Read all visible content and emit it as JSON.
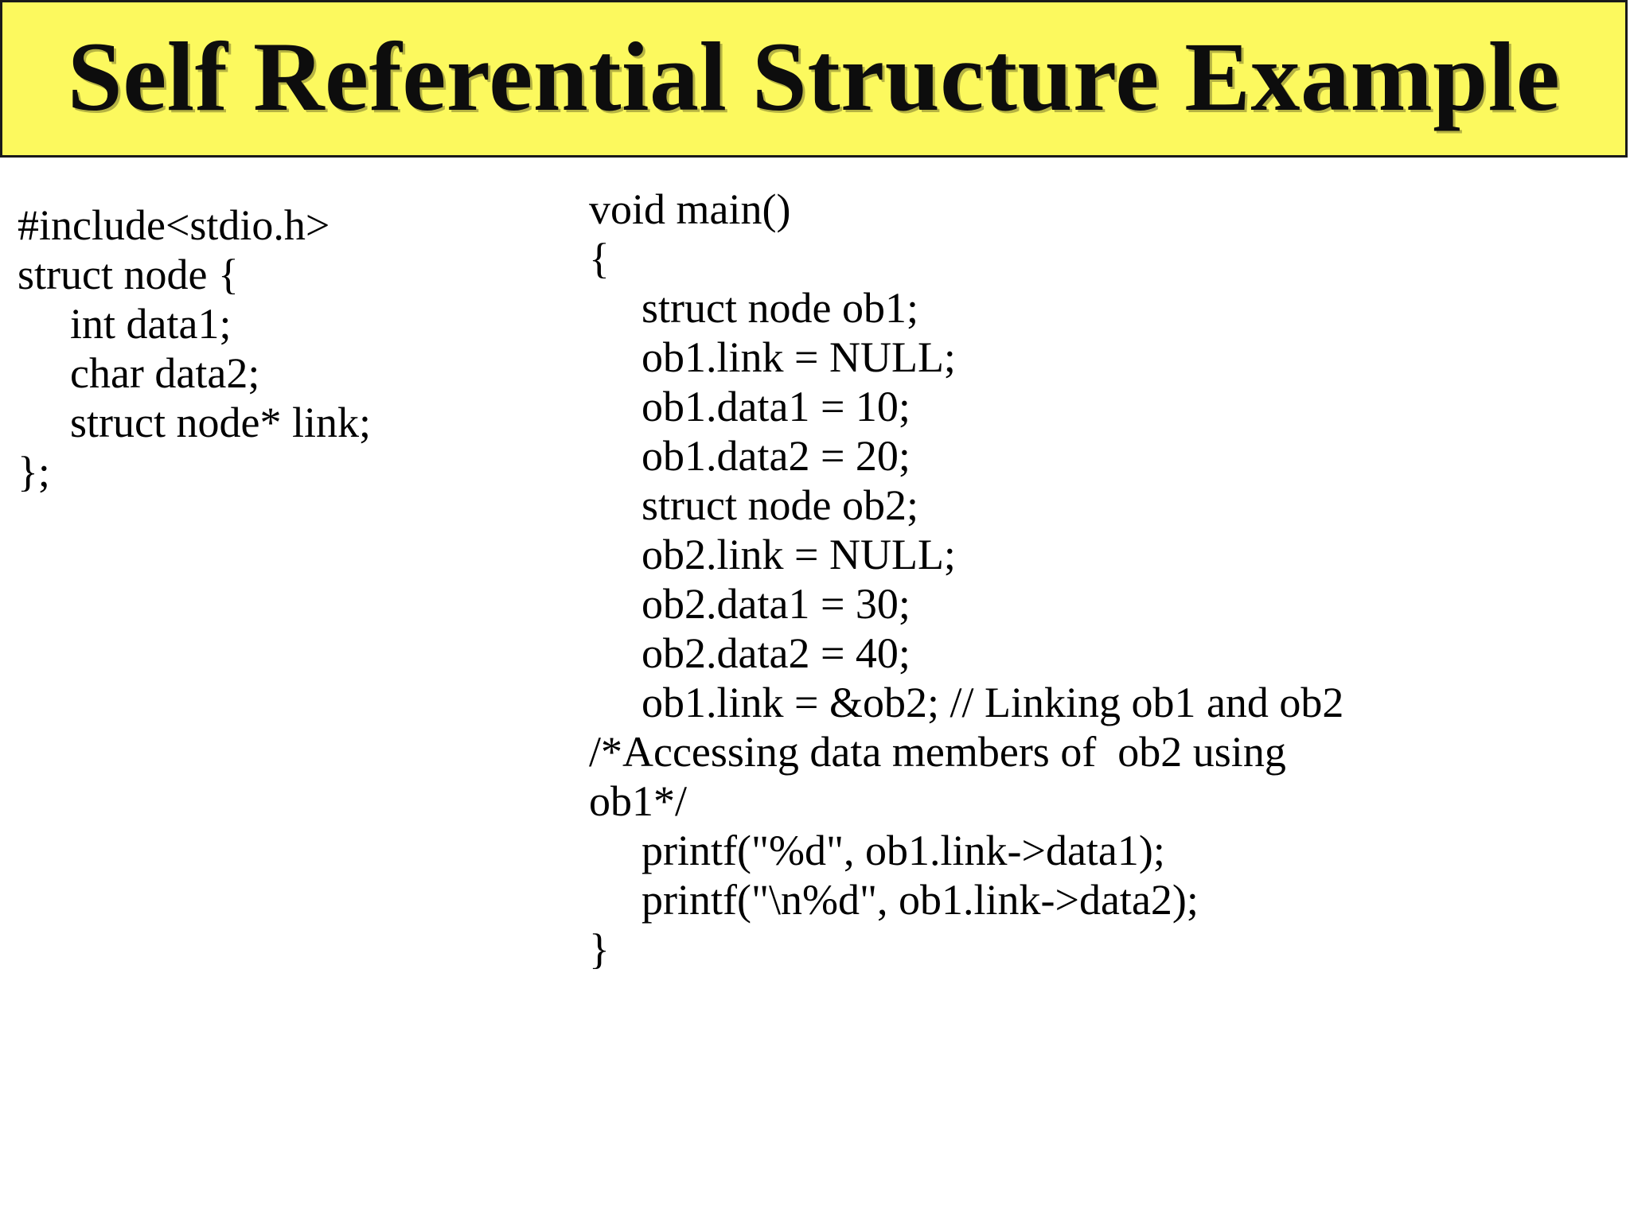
{
  "slide": {
    "title": "Self Referential Structure Example",
    "banner_color": "#FCF95E",
    "banner_border_color": "#000000",
    "background_color": "#FFFFFF",
    "text_color": "#000000"
  },
  "left_code": {
    "lines": [
      {
        "text": "#include<stdio.h>",
        "indent": 0
      },
      {
        "text": "struct node {",
        "indent": 0
      },
      {
        "text": "int data1;",
        "indent": 1
      },
      {
        "text": "char data2;",
        "indent": 1
      },
      {
        "text": "struct node* link;",
        "indent": 1
      },
      {
        "text": "};",
        "indent": 0
      }
    ]
  },
  "right_code": {
    "lines": [
      {
        "text": "void main()",
        "indent": 0
      },
      {
        "text": "{",
        "indent": 0
      },
      {
        "text": "struct node ob1;",
        "indent": 1
      },
      {
        "text": "ob1.link = NULL;",
        "indent": 1
      },
      {
        "text": "ob1.data1 = 10;",
        "indent": 1
      },
      {
        "text": "ob1.data2 = 20;",
        "indent": 1
      },
      {
        "text": "struct node ob2;",
        "indent": 1
      },
      {
        "text": "ob2.link = NULL;",
        "indent": 1
      },
      {
        "text": "ob2.data1 = 30;",
        "indent": 1
      },
      {
        "text": "ob2.data2 = 40;",
        "indent": 1
      },
      {
        "text": "ob1.link = &ob2; // Linking ob1 and ob2",
        "indent": 1
      },
      {
        "text": "/*Accessing data members of  ob2 using",
        "indent": 0
      },
      {
        "text": "ob1*/",
        "indent": 0
      },
      {
        "text": "printf(\"%d\", ob1.link->data1);",
        "indent": 1
      },
      {
        "text": "printf(\"\\n%d\", ob1.link->data2);",
        "indent": 1
      },
      {
        "text": "}",
        "indent": 0
      }
    ]
  }
}
